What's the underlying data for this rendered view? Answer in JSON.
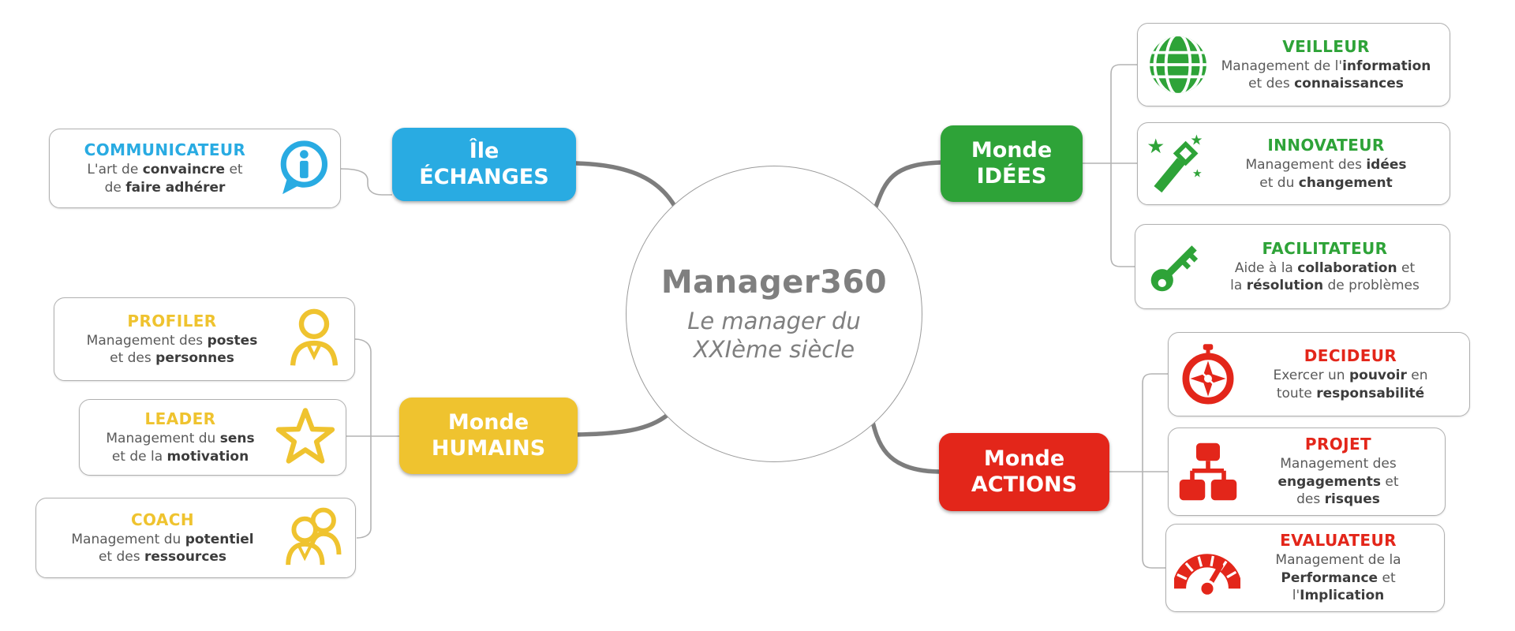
{
  "palette": {
    "blue": "#29ABE2",
    "green": "#2EA338",
    "yellow": "#EFC32F",
    "red": "#E3261A",
    "text_gray": "#5a5a5a",
    "text_bold_gray": "#3c3c3c",
    "center_gray": "#7f7f7f",
    "connector_gray": "#7d7d7d",
    "leaf_border_gray": "#b0b0b0"
  },
  "center": {
    "title": "Manager360",
    "subtitle": "Le manager du\nXXIème siècle"
  },
  "branches": {
    "echanges": {
      "line1": "Île",
      "line2": "ÉCHANGES",
      "color": "#29ABE2"
    },
    "idees": {
      "line1": "Monde",
      "line2": "IDÉES",
      "color": "#2EA338"
    },
    "humains": {
      "line1": "Monde",
      "line2": "HUMAINS",
      "color": "#EFC32F"
    },
    "actions": {
      "line1": "Monde",
      "line2": "ACTIONS",
      "color": "#E3261A"
    }
  },
  "leaves": {
    "communicateur": {
      "title": "COMMUNICATEUR",
      "icon": "info-speech-bubble",
      "body": [
        {
          "text": "L'art de ",
          "bold": false
        },
        {
          "text": "convaincre",
          "bold": true
        },
        {
          "text": " et\nde ",
          "bold": false
        },
        {
          "text": "faire adhérer",
          "bold": true
        }
      ]
    },
    "profiler": {
      "title": "PROFILER",
      "icon": "person",
      "body": [
        {
          "text": "Management des ",
          "bold": false
        },
        {
          "text": "postes",
          "bold": true
        },
        {
          "text": "\net des ",
          "bold": false
        },
        {
          "text": "personnes",
          "bold": true
        }
      ]
    },
    "leader": {
      "title": "LEADER",
      "icon": "star",
      "body": [
        {
          "text": "Management du ",
          "bold": false
        },
        {
          "text": "sens",
          "bold": true
        },
        {
          "text": "\net de la ",
          "bold": false
        },
        {
          "text": "motivation",
          "bold": true
        }
      ]
    },
    "coach": {
      "title": "COACH",
      "icon": "two-people",
      "body": [
        {
          "text": "Management du ",
          "bold": false
        },
        {
          "text": "potentiel",
          "bold": true
        },
        {
          "text": "\net des ",
          "bold": false
        },
        {
          "text": "ressources",
          "bold": true
        }
      ]
    },
    "veilleur": {
      "title": "VEILLEUR",
      "icon": "globe",
      "body": [
        {
          "text": "Management de l'",
          "bold": false
        },
        {
          "text": "information",
          "bold": true
        },
        {
          "text": "\net des ",
          "bold": false
        },
        {
          "text": "connaissances",
          "bold": true
        }
      ]
    },
    "innovateur": {
      "title": "INNOVATEUR",
      "icon": "magic-wand",
      "body": [
        {
          "text": "Management des ",
          "bold": false
        },
        {
          "text": "idées",
          "bold": true
        },
        {
          "text": "\net du ",
          "bold": false
        },
        {
          "text": "changement",
          "bold": true
        }
      ]
    },
    "facilitateur": {
      "title": "FACILITATEUR",
      "icon": "key",
      "body": [
        {
          "text": "Aide à la ",
          "bold": false
        },
        {
          "text": "collaboration",
          "bold": true
        },
        {
          "text": " et\nla ",
          "bold": false
        },
        {
          "text": "résolution",
          "bold": true
        },
        {
          "text": " de problèmes",
          "bold": false
        }
      ]
    },
    "decideur": {
      "title": "DECIDEUR",
      "icon": "compass",
      "body": [
        {
          "text": "Exercer un ",
          "bold": false
        },
        {
          "text": "pouvoir",
          "bold": true
        },
        {
          "text": " en\ntoute ",
          "bold": false
        },
        {
          "text": "responsabilité",
          "bold": true
        }
      ]
    },
    "projet": {
      "title": "PROJET",
      "icon": "org-chart",
      "body": [
        {
          "text": "Management des\n",
          "bold": false
        },
        {
          "text": "engagements",
          "bold": true
        },
        {
          "text": " et\ndes ",
          "bold": false
        },
        {
          "text": "risques",
          "bold": true
        }
      ]
    },
    "evaluateur": {
      "title": "EVALUATEUR",
      "icon": "gauge",
      "body": [
        {
          "text": "Management de la\n",
          "bold": false
        },
        {
          "text": "Performance",
          "bold": true
        },
        {
          "text": " et\nl'",
          "bold": false
        },
        {
          "text": "Implication",
          "bold": true
        }
      ]
    }
  }
}
